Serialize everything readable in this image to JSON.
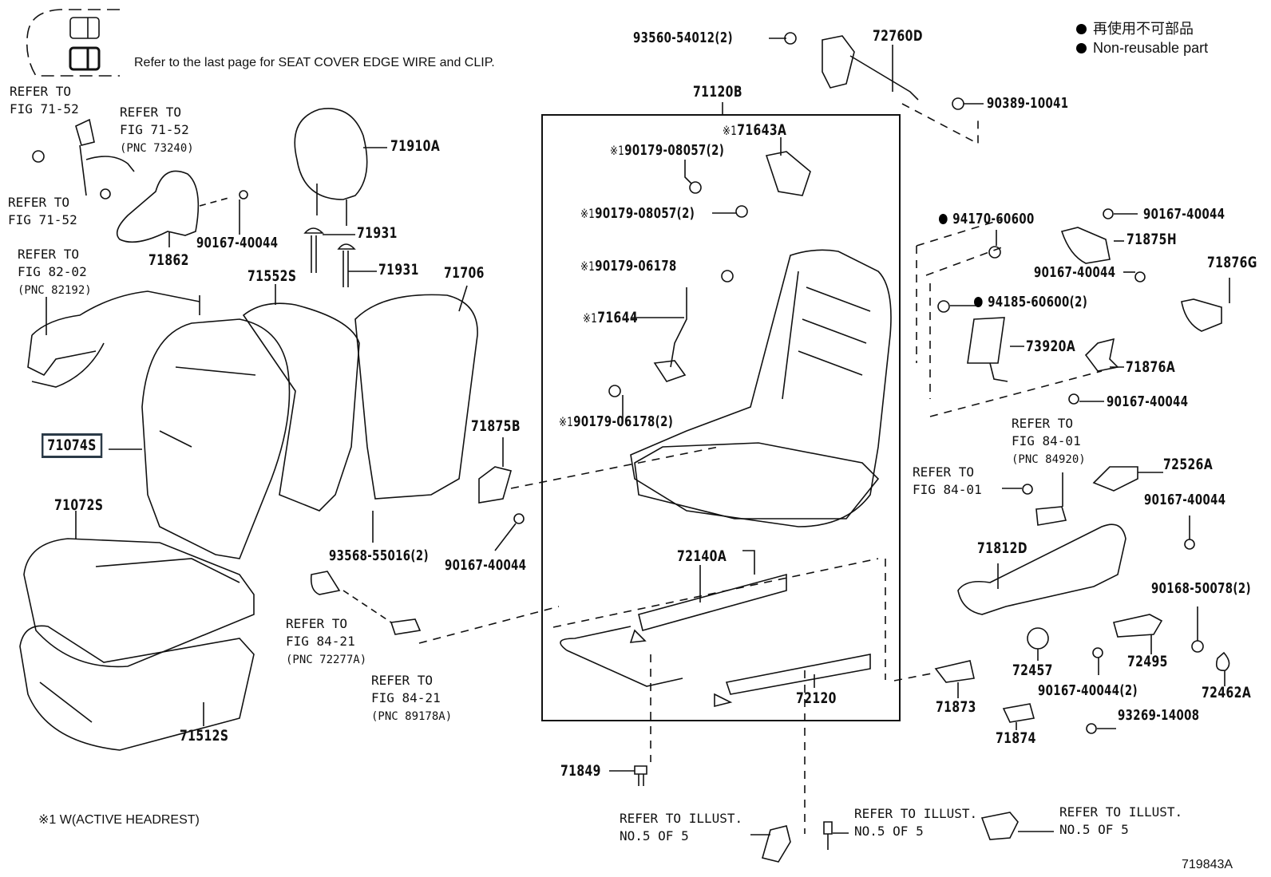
{
  "header_note": "Refer to the last page for SEAT COVER EDGE WIRE and CLIP.",
  "legend": {
    "line1": "再使用不可部品",
    "line2": "Non-reusable part",
    "symbol": "filled-circle"
  },
  "footnote": "※1 W(ACTIVE HEADREST)",
  "figure_id": "719843A",
  "refs": {
    "r_71_52_a": "REFER TO\nFIG 71-52",
    "r_71_52_b": "REFER TO\nFIG 71-52",
    "r_71_52_b_pnc": "(PNC 73240)",
    "r_71_52_c": "REFER TO\nFIG 71-52",
    "r_82_02": "REFER TO\nFIG 82-02",
    "r_82_02_pnc": "(PNC 82192)",
    "r_84_21_a": "REFER TO\nFIG 84-21",
    "r_84_21_a_pnc": "(PNC 72277A)",
    "r_84_21_b": "REFER TO\nFIG 84-21",
    "r_84_21_b_pnc": "(PNC 89178A)",
    "r_84_01_a": "REFER TO\nFIG 84-01",
    "r_84_01_a_pnc": "(PNC 84920)",
    "r_84_01_b": "REFER TO\nFIG 84-01",
    "illust_1": "REFER TO ILLUST.\nNO.5 OF 5",
    "illust_2": "REFER TO ILLUST.\nNO.5 OF 5",
    "illust_3": "REFER TO ILLUST.\nNO.5 OF 5"
  },
  "parts": {
    "p71910A": "71910A",
    "p71931a": "71931",
    "p71931b": "71931",
    "p71862": "71862",
    "p90167_1": "90167-40044",
    "p71552S": "71552S",
    "p71706": "71706",
    "p71074S": "71074S",
    "p71072S": "71072S",
    "p71512S": "71512S",
    "p71875B": "71875B",
    "p93568": "93568-55016(2)",
    "p90167_2": "90167-40044",
    "p93560": "93560-54012(2)",
    "p72760D": "72760D",
    "p90389": "90389-10041",
    "p71120B": "71120B",
    "p71643A": "71643A",
    "p90179_08057a": "90179-08057(2)",
    "p90179_08057b": "90179-08057(2)",
    "p90179_06178a": "90179-06178",
    "p71644": "71644",
    "p90179_06178b": "90179-06178(2)",
    "p94170": "94170-60600",
    "p90167_3": "90167-40044",
    "p71875H": "71875H",
    "p90167_4": "90167-40044",
    "p71876G": "71876G",
    "p94185": "94185-60600(2)",
    "p73920A": "73920A",
    "p71876A": "71876A",
    "p90167_5": "90167-40044",
    "p72526A": "72526A",
    "p90167_6": "90167-40044",
    "p71812D": "71812D",
    "p90168": "90168-50078(2)",
    "p72457": "72457",
    "p72495": "72495",
    "p90167_7": "90167-40044(2)",
    "p72462A": "72462A",
    "p71873": "71873",
    "p71874": "71874",
    "p93269": "93269-14008",
    "p72140A": "72140A",
    "p72120": "72120",
    "p71849": "71849"
  },
  "markers": {
    "asterisk": "※1",
    "nonreusable": "●"
  }
}
